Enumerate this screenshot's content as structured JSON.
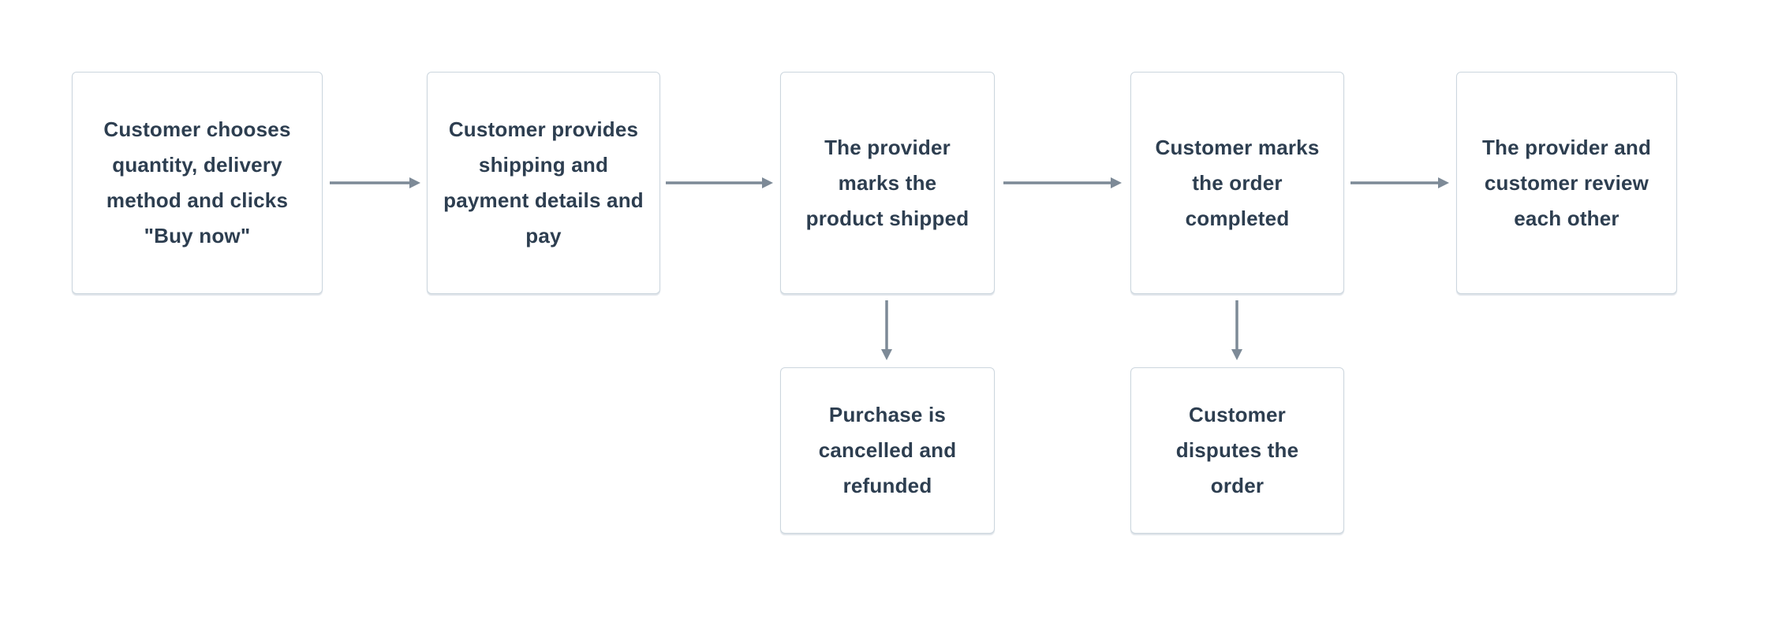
{
  "diagram": {
    "type": "flowchart",
    "direction": "left-to-right",
    "nodes": [
      {
        "id": "choose",
        "label": "Customer chooses quantity, delivery method and clicks \"Buy now\""
      },
      {
        "id": "pay",
        "label": "Customer provides shipping and payment details and pay"
      },
      {
        "id": "shipped",
        "label": "The provider marks the product shipped"
      },
      {
        "id": "completed",
        "label": "Customer marks the order completed"
      },
      {
        "id": "review",
        "label": "The provider and customer review each other"
      },
      {
        "id": "cancelled",
        "label": "Purchase is cancelled and refunded"
      },
      {
        "id": "disputed",
        "label": "Customer disputes the order"
      }
    ],
    "edges": [
      {
        "from": "choose",
        "to": "pay",
        "direction": "right"
      },
      {
        "from": "pay",
        "to": "shipped",
        "direction": "right"
      },
      {
        "from": "shipped",
        "to": "completed",
        "direction": "right"
      },
      {
        "from": "completed",
        "to": "review",
        "direction": "right"
      },
      {
        "from": "shipped",
        "to": "cancelled",
        "direction": "down"
      },
      {
        "from": "completed",
        "to": "disputed",
        "direction": "down"
      }
    ],
    "colors": {
      "text": "#2d3e50",
      "border": "#ccd6de",
      "arrow": "#7d8a97",
      "background": "#ffffff"
    }
  }
}
